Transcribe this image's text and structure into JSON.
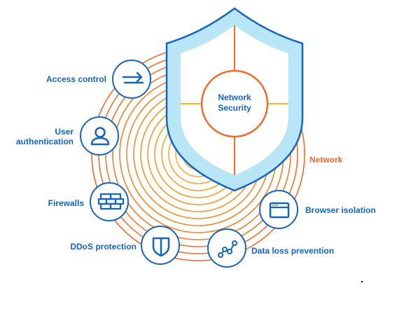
{
  "center": {
    "line1": "Network",
    "line2": "Security"
  },
  "network_label": "Network",
  "items": [
    {
      "label": "Access control",
      "icon": "arrows-icon"
    },
    {
      "label_line1": "User",
      "label_line2": "authentication",
      "icon": "user-icon"
    },
    {
      "label": "Firewalls",
      "icon": "brick-wall-icon"
    },
    {
      "label": "DDoS protection",
      "icon": "shield-icon"
    },
    {
      "label": "Data loss prevention",
      "icon": "line-chart-icon"
    },
    {
      "label": "Browser isolation",
      "icon": "browser-window-icon"
    }
  ],
  "colors": {
    "accent_blue": "#1565c0",
    "shield_fill": "#b9e6f7",
    "ring_orange": "#f26b2a",
    "ring_yellow": "#f6b526"
  }
}
